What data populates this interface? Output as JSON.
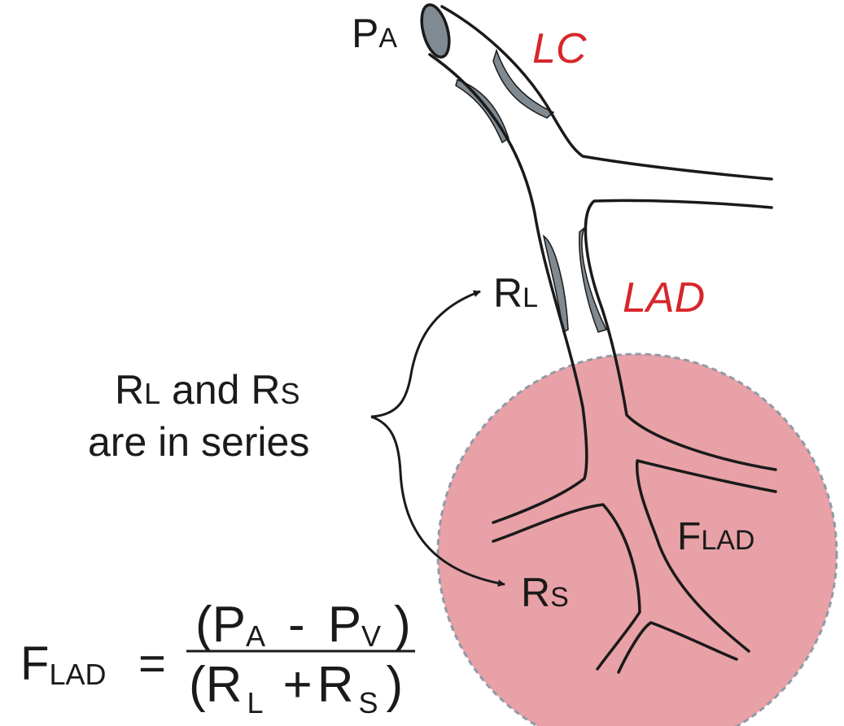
{
  "labels": {
    "pa_main": "P",
    "pa_sub": "A",
    "lc": "LC",
    "lad": "LAD",
    "rl_main": "R",
    "rl_sub": "L",
    "flad_main": "F",
    "flad_sub": "LAD",
    "rs_main": "R",
    "rs_sub": "S"
  },
  "note": {
    "line1_r1": "R",
    "line1_l": "L",
    "line1_and": " and ",
    "line1_r2": "R",
    "line1_s": "S",
    "line2": "are in series"
  },
  "formula": {
    "lhs_main": "F",
    "lhs_sub": "LAD",
    "equals": "=",
    "num_open": "(",
    "num_p1": "P",
    "num_sub1": "A",
    "num_minus": "-",
    "num_p2": "P",
    "num_sub2": "V",
    "num_close": ")",
    "den_open": "(",
    "den_r1": "R",
    "den_sub1": "L",
    "den_plus": "+",
    "den_r2": "R",
    "den_sub2": "S",
    "den_close": ")"
  },
  "colors": {
    "stenosis_fill": "#7f8a92",
    "territory_fill": "#e8a1a6",
    "territory_border": "#8f9aa6",
    "label_red": "#d7262b",
    "line": "#1a1a1a"
  }
}
